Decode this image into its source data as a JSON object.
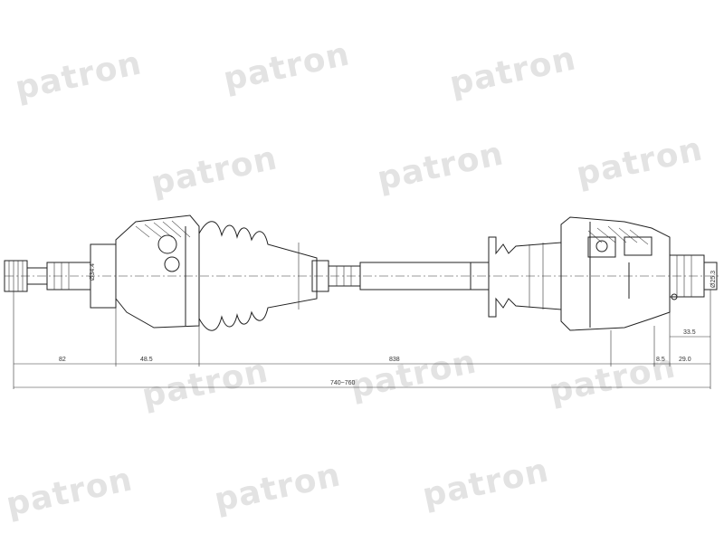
{
  "watermark": {
    "text": "patron"
  },
  "dimensions": {
    "seg_left": "82",
    "seg_mid_left": "48.5",
    "seg_center": "838",
    "total_length": "740~760",
    "right_small_1": "8.5",
    "right_small_2": "29.0",
    "right_offset": "33.5",
    "left_diameter": "Ø34.4",
    "right_diameter": "Ø25.3"
  }
}
